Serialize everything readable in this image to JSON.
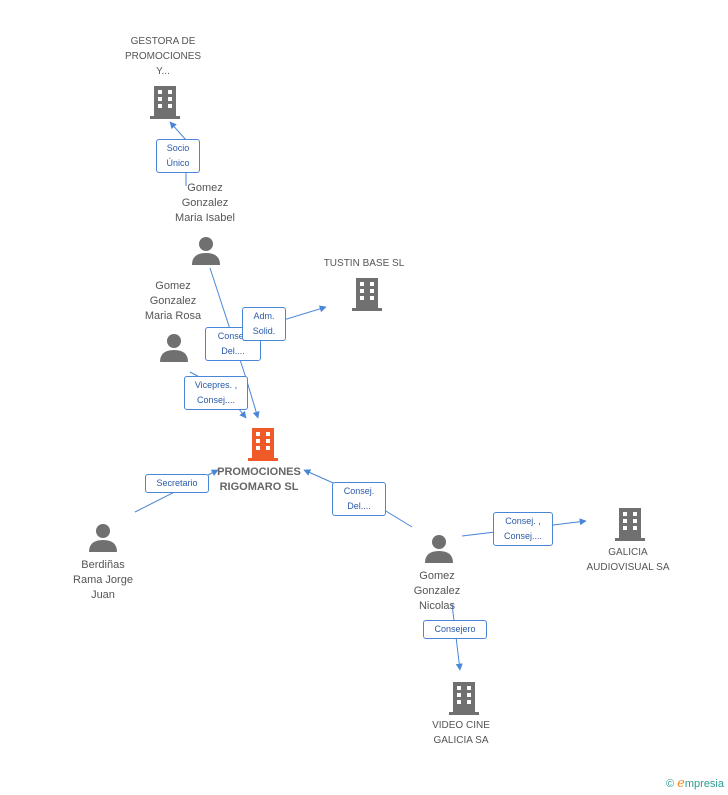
{
  "colors": {
    "edge": "#4a86d8",
    "node": "#707070",
    "main": "#f05a28"
  },
  "nodes": {
    "gestora": {
      "label": "GESTORA DE\nPROMOCIONES\nY..."
    },
    "maria_isabel": {
      "label": "Gomez\nGonzalez\nMaria Isabel"
    },
    "maria_rosa": {
      "label": "Gomez\nGonzalez\nMaria Rosa"
    },
    "tustin": {
      "label": "TUSTIN BASE SL"
    },
    "promociones": {
      "label": "PROMOCIONES\nRIGOMARO SL"
    },
    "berdinas": {
      "label": "Berdiñas\nRama Jorge\nJuan"
    },
    "nicolas": {
      "label": "Gomez\nGonzalez\nNicolas"
    },
    "galicia_audiovisual": {
      "label": "GALICIA\nAUDIOVISUAL SA"
    },
    "video_cine": {
      "label": "VIDEO CINE\nGALICIA SA"
    }
  },
  "edges": {
    "socio_unico": "Socio\nÚnico",
    "adm_solid": "Adm.\nSolid.",
    "consej_del_hidden": "Consej.\nDel....",
    "vicepres": "Vicepres. ,\nConsej....",
    "secretario": "Secretario",
    "consej_del": "Consej.\nDel....",
    "consej_consej": "Consej. ,\nConsej....",
    "consejero": "Consejero"
  },
  "brand": {
    "copyright": "©",
    "initial": "e",
    "rest": "mpresia"
  }
}
